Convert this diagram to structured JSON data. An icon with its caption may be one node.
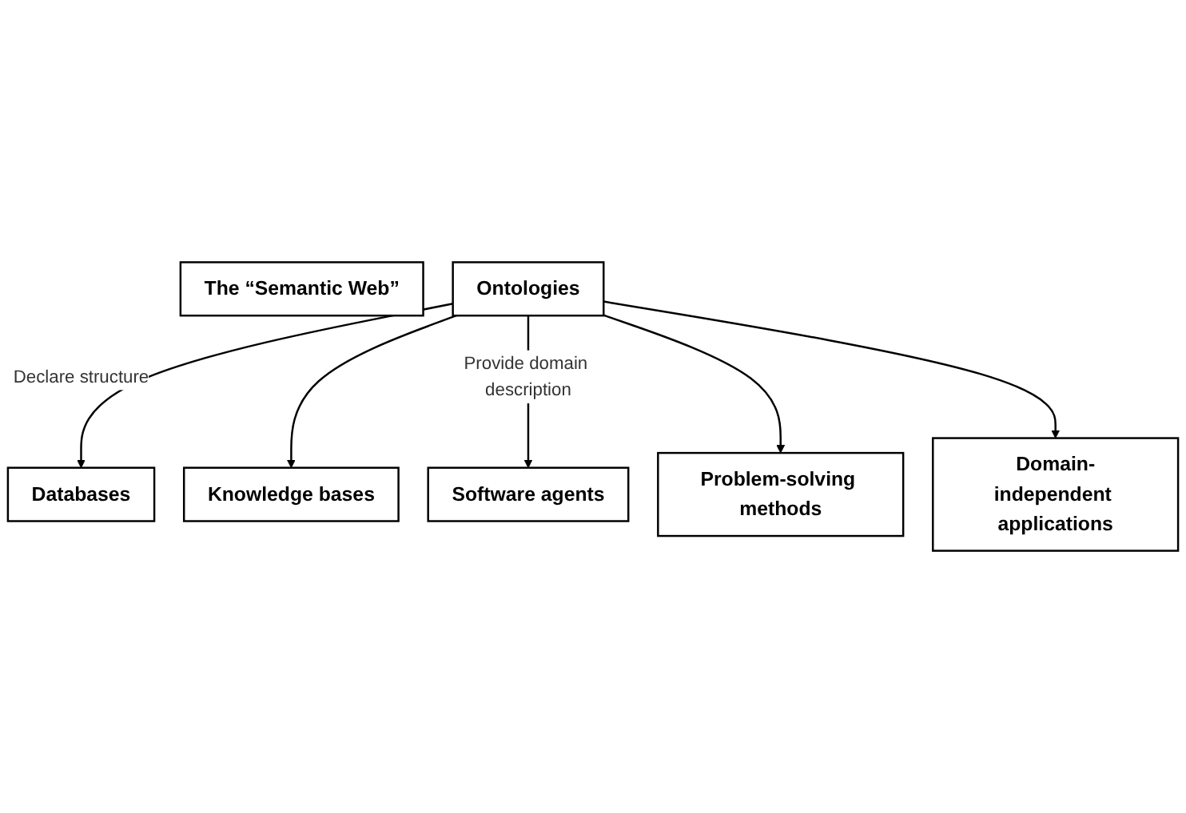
{
  "diagram": {
    "nodes": [
      {
        "text": [
          "Ontologies"
        ]
      },
      {
        "text": [
          "Databases"
        ]
      },
      {
        "text": [
          "Knowledge bases"
        ]
      },
      {
        "text": [
          "The “Semantic Web”"
        ]
      },
      {
        "text": [
          "Software agents"
        ]
      },
      {
        "text": [
          "Problem-solving methods"
        ]
      },
      {
        "text": [
          "Domain-independent applications"
        ]
      }
    ],
    "edges": [
      {
        "from": 0,
        "to": 1,
        "arrow": "to",
        "label": "Declare structure"
      },
      {
        "from": 0,
        "to": 2,
        "arrow": "to"
      },
      {
        "from": 0,
        "to": 4,
        "arrow": "to",
        "label": "Provide domain description"
      },
      {
        "from": 0,
        "to": 5,
        "arrow": "to"
      },
      {
        "from": 0,
        "to": 6,
        "arrow": "to"
      }
    ]
  }
}
